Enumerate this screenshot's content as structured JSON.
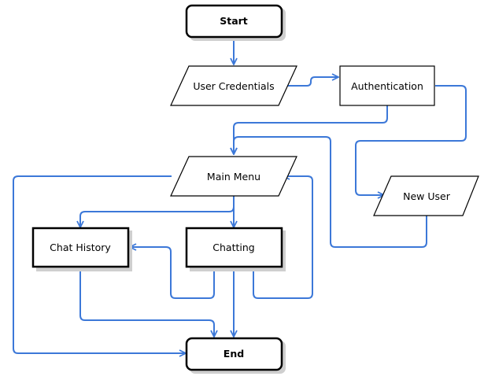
{
  "diagram": {
    "nodes": {
      "start": {
        "label": "Start",
        "shape": "terminal"
      },
      "user_credentials": {
        "label": "User Credentials",
        "shape": "parallelogram"
      },
      "authentication": {
        "label": "Authentication",
        "shape": "process"
      },
      "main_menu": {
        "label": "Main Menu",
        "shape": "parallelogram"
      },
      "new_user": {
        "label": "New User",
        "shape": "parallelogram"
      },
      "chat_history": {
        "label": "Chat History",
        "shape": "process"
      },
      "chatting": {
        "label": "Chatting",
        "shape": "process"
      },
      "end": {
        "label": "End",
        "shape": "terminal"
      }
    },
    "edges": [
      {
        "from": "start",
        "to": "user_credentials"
      },
      {
        "from": "user_credentials",
        "to": "authentication"
      },
      {
        "from": "authentication",
        "to": "main_menu"
      },
      {
        "from": "authentication",
        "to": "new_user"
      },
      {
        "from": "new_user",
        "to": "main_menu"
      },
      {
        "from": "main_menu",
        "to": "chat_history"
      },
      {
        "from": "main_menu",
        "to": "chatting"
      },
      {
        "from": "main_menu",
        "to": "end"
      },
      {
        "from": "chatting",
        "to": "chat_history"
      },
      {
        "from": "chatting",
        "to": "main_menu"
      },
      {
        "from": "chatting",
        "to": "end"
      },
      {
        "from": "chat_history",
        "to": "end"
      }
    ],
    "colors": {
      "edge": "#3c78d8",
      "node_border": "#000000",
      "node_fill": "#ffffff",
      "shadow": "#cfcfcf"
    }
  }
}
